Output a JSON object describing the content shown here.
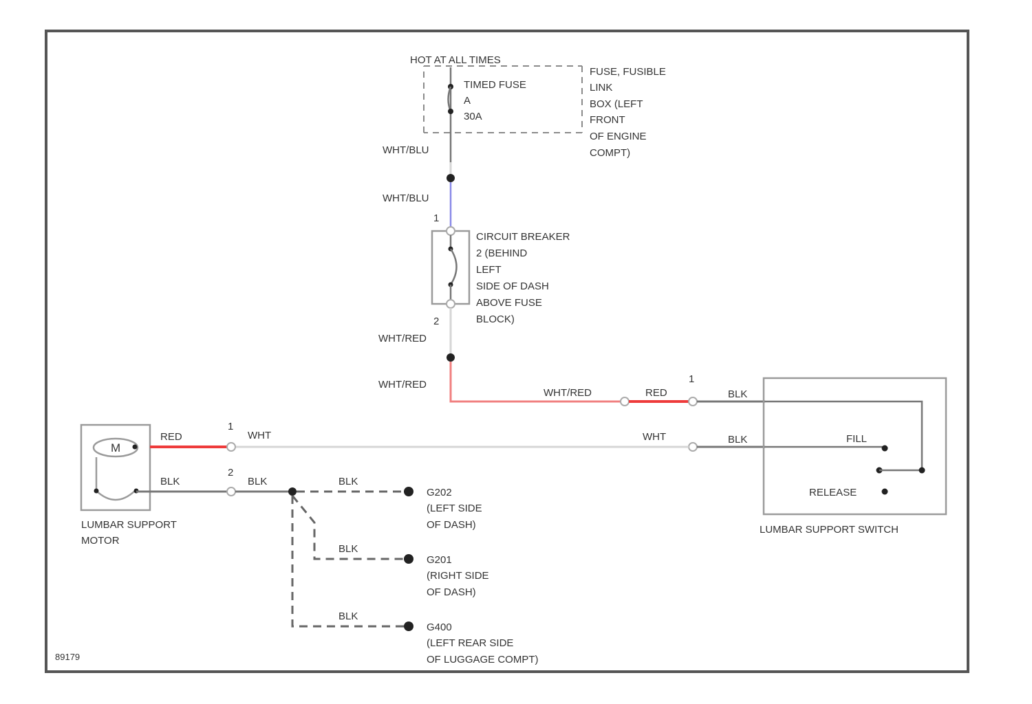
{
  "diagram_id": "89179",
  "power": {
    "hot_label": "HOT AT ALL TIMES",
    "fuse_name": "TIMED FUSE",
    "fuse_id": "A",
    "fuse_rating": "30A",
    "fuse_location": [
      "FUSE, FUSIBLE",
      "LINK",
      "BOX (LEFT",
      "FRONT",
      "OF ENGINE",
      "COMPT)"
    ]
  },
  "wires": {
    "wht_blu_upper": "WHT/BLU",
    "wht_blu_lower": "WHT/BLU",
    "wht_red_upper": "WHT/RED",
    "wht_red_lower": "WHT/RED",
    "wht_red_horizontal": "WHT/RED",
    "red_to_switch": "RED",
    "red_motor": "RED",
    "wht_motor": "WHT",
    "wht_switch": "WHT",
    "blk_motor": "BLK",
    "blk_motor_2": "BLK",
    "blk_switch_top": "BLK",
    "blk_switch_mid": "BLK",
    "blk_ground_1": "BLK",
    "blk_ground_2": "BLK",
    "blk_ground_3": "BLK"
  },
  "circuit_breaker": {
    "pin_top": "1",
    "pin_bottom": "2",
    "label": [
      "CIRCUIT BREAKER",
      "2 (BEHIND",
      "LEFT",
      "SIDE OF DASH",
      "ABOVE FUSE",
      "BLOCK)"
    ]
  },
  "motor": {
    "symbol": "M",
    "label": [
      "LUMBAR SUPPORT",
      "MOTOR"
    ],
    "pin_1": "1",
    "pin_2": "2"
  },
  "switch": {
    "pin_1": "1",
    "fill_label": "FILL",
    "release_label": "RELEASE",
    "label": "LUMBAR SUPPORT SWITCH"
  },
  "grounds": [
    {
      "id": "G202",
      "lines": [
        "(LEFT SIDE",
        "OF DASH)"
      ]
    },
    {
      "id": "G201",
      "lines": [
        "(RIGHT SIDE",
        "OF DASH)"
      ]
    },
    {
      "id": "G400",
      "lines": [
        "(LEFT REAR SIDE",
        "OF LUGGAGE COMPT)"
      ]
    }
  ]
}
